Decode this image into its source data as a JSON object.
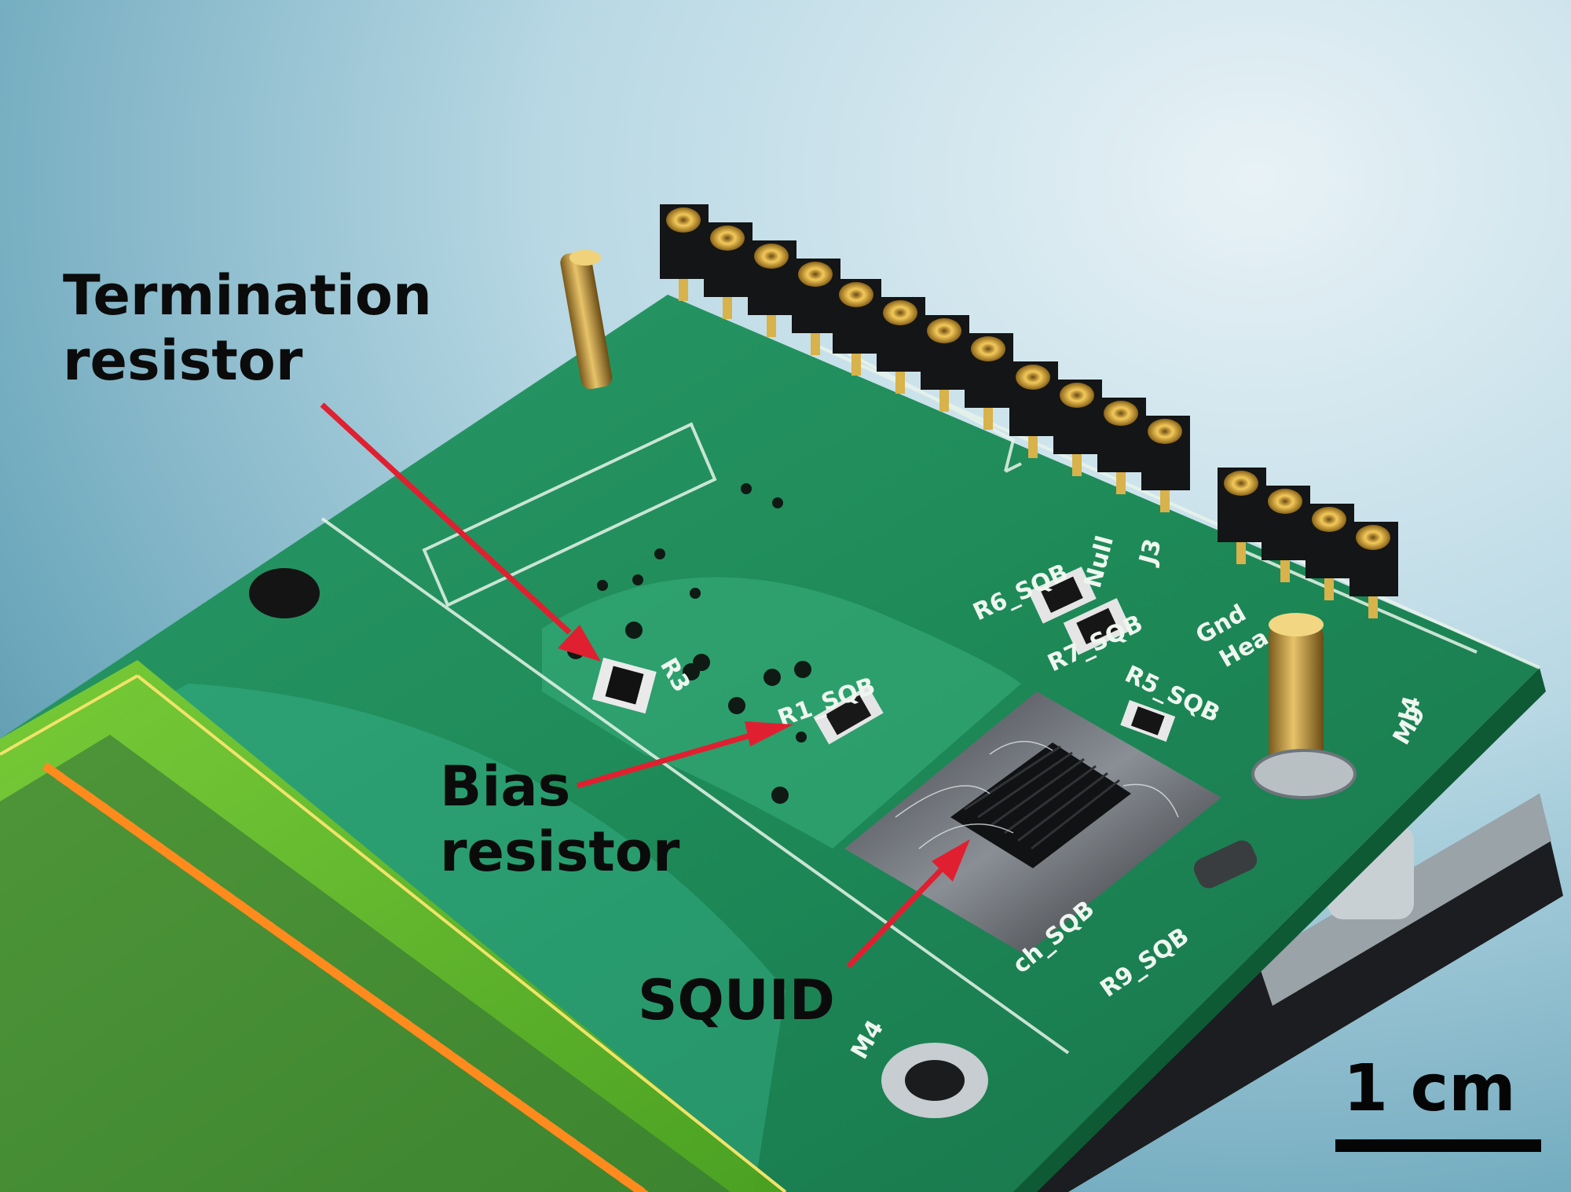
{
  "labels": {
    "termination_line1": "Termination",
    "termination_line2": "resistor",
    "bias_line1": "Bias",
    "bias_line2": "resistor",
    "squid": "SQUID"
  },
  "scale_bar": {
    "text": "1 cm"
  },
  "silkscreen": {
    "r3": "R3",
    "r1": "R1_SQB",
    "r5": "R5_SQB",
    "r6": "R6_SQB",
    "r7": "R7_SQB",
    "r9": "R9_SQB",
    "ch": "ch_SQB",
    "j3": "J3",
    "j4": "J4",
    "m4": "M4",
    "m9": "M9",
    "gnd": "Gnd",
    "nulls": "Null",
    "heat": "Hea"
  },
  "colors": {
    "arrow": "#e02030",
    "pcb": "#1f8a55",
    "copper_pads": "#ff8a1e",
    "flex": "#6fbf2a",
    "text": "#0b0b0b"
  }
}
